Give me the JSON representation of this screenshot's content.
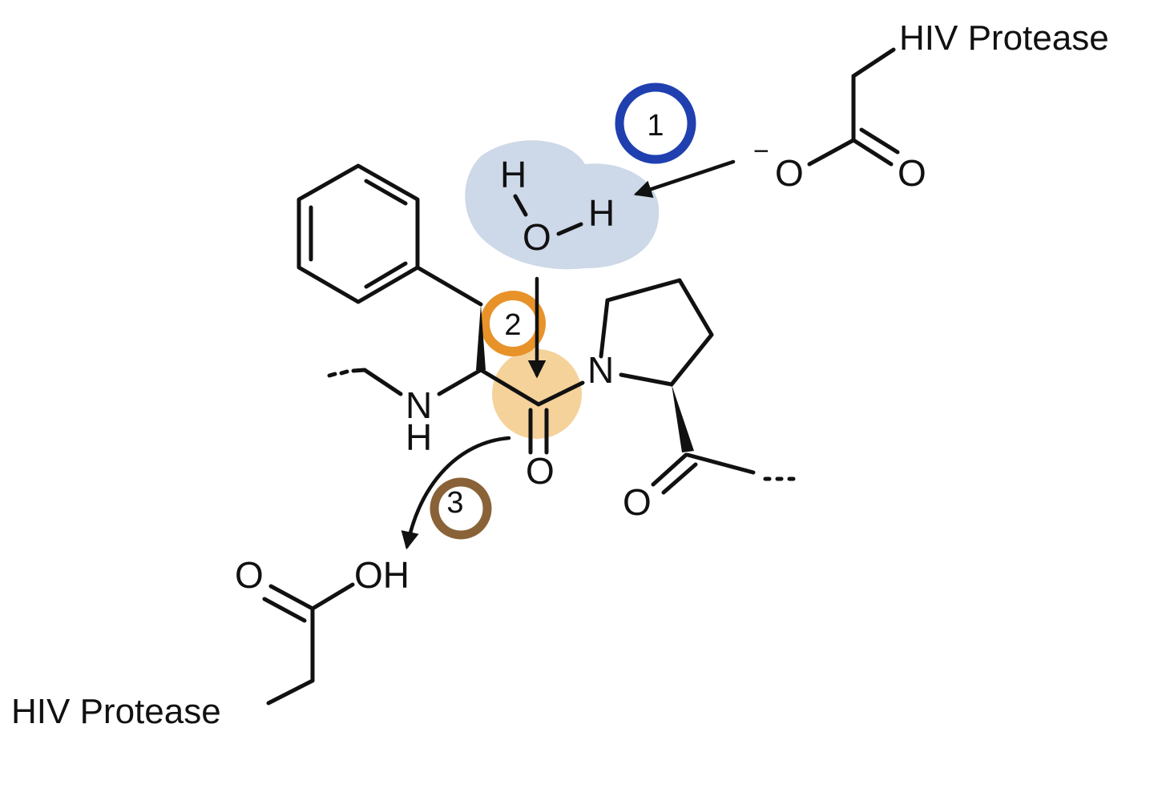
{
  "enzyme": {
    "top_label": "HIV Protease",
    "bottom_label": "HIV Protease"
  },
  "atoms": {
    "water_h_top": "H",
    "water_o": "O",
    "water_h_right": "H",
    "carboxylate_o_single": "O",
    "carboxylate_charge": "−",
    "carboxylate_o_double": "O",
    "amide_n": "N",
    "amide_h": "H",
    "carbonyl_o": "O",
    "proline_n": "N",
    "proline_carbonyl_o": "O",
    "acid_o_double": "O",
    "acid_oh": "OH"
  },
  "steps": [
    {
      "label": "1",
      "color": "#2040b0"
    },
    {
      "label": "2",
      "color": "#e8922a"
    },
    {
      "label": "3",
      "color": "#8a6238"
    }
  ],
  "highlights": {
    "water": "#cdd8e8",
    "carbonyl": "#f5d29a"
  }
}
